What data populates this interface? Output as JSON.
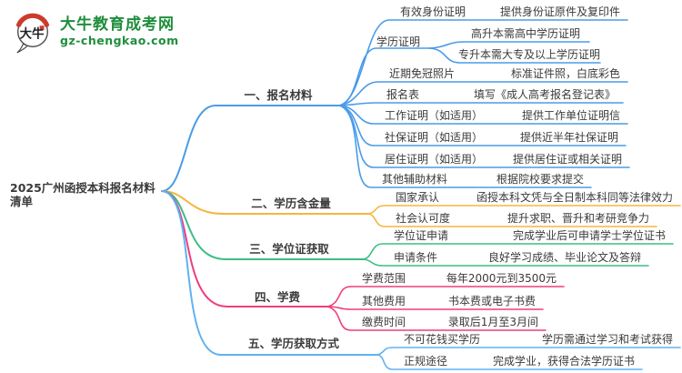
{
  "logo": {
    "icon_text": "大牛",
    "site_name": "大牛教育成考网",
    "site_url": "gz-chengkao.com",
    "brand_green": "#1f8e3c",
    "brand_red": "#cc3a2e"
  },
  "root": {
    "title": "2025广州函授本科报名材料清单"
  },
  "branches": [
    {
      "label": "一、报名材料",
      "color": "#4a9be9",
      "children": [
        {
          "label": "有效身份证明",
          "value": "提供身份证原件及复印件"
        },
        {
          "label": "学历证明",
          "children": [
            "高升本需高中学历证明",
            "专升本需大专及以上学历证明"
          ]
        },
        {
          "label": "近期免冠照片",
          "value": "标准证件照，白底彩色"
        },
        {
          "label": "报名表",
          "value": "填写《成人高考报名登记表》"
        },
        {
          "label": "工作证明（如适用）",
          "value": "提供工作单位证明信"
        },
        {
          "label": "社保证明（如适用）",
          "value": "提供近半年社保证明"
        },
        {
          "label": "居住证明（如适用）",
          "value": "提供居住证或相关证明"
        },
        {
          "label": "其他辅助材料",
          "value": "根据院校要求提交"
        }
      ]
    },
    {
      "label": "二、学历含金量",
      "color": "#f5b63f",
      "children": [
        {
          "label": "国家承认",
          "value": "函授本科文凭与全日制本科同等法律效力"
        },
        {
          "label": "社会认可度",
          "value": "提升求职、晋升和考研竞争力"
        }
      ]
    },
    {
      "label": "三、学位证获取",
      "color": "#3cbd84",
      "children": [
        {
          "label": "学位证申请",
          "value": "完成学业后可申请学士学位证书"
        },
        {
          "label": "申请条件",
          "value": "良好学习成绩、毕业论文及答辩"
        }
      ]
    },
    {
      "label": "四、学费",
      "color": "#ee3d7e",
      "children": [
        {
          "label": "学费范围",
          "value": "每年2000元到3500元"
        },
        {
          "label": "其他费用",
          "value": "书本费或电子书费"
        },
        {
          "label": "缴费时间",
          "value": "录取后1月至3月间"
        }
      ]
    },
    {
      "label": "五、学历获取方式",
      "color": "#60b2f2",
      "children": [
        {
          "label": "不可花钱买学历",
          "value": "学历需通过学习和考试获得"
        },
        {
          "label": "正规途径",
          "value": "完成学业，获得合法学历证书"
        }
      ]
    }
  ]
}
